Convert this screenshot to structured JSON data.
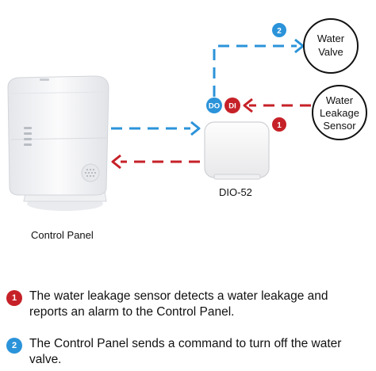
{
  "colors": {
    "red": "#c62128",
    "blue": "#2b93d9",
    "dark": "#111111"
  },
  "labels": {
    "water_valve": [
      "Water",
      "Valve"
    ],
    "leak_sensor": [
      "Water",
      "Leakage",
      "Sensor"
    ],
    "device": "DIO-52",
    "control_panel": "Control Panel",
    "port_do": "DO",
    "port_di": "DI"
  },
  "steps": [
    {
      "num": "1",
      "color": "red",
      "text": "The water leakage sensor detects a water leakage and reports an alarm to the Control Panel."
    },
    {
      "num": "2",
      "color": "blue",
      "text": "The Control Panel sends a command to turn off the water valve."
    }
  ]
}
